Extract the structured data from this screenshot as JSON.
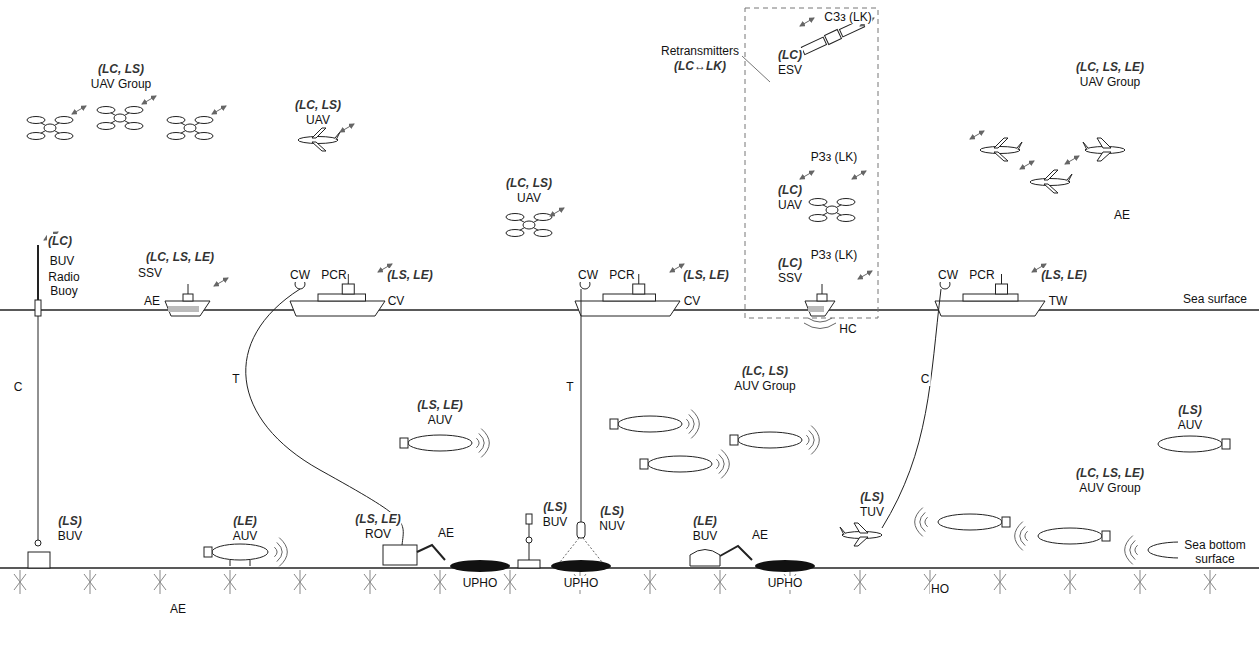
{
  "diagram": {
    "labels": [
      "(LC, LS)",
      "UAV Group",
      "(LC, LS)",
      "UAV",
      "(LC, LS)",
      "UAV",
      "Retransmitters",
      "(LC↔LK)",
      "СЗз (LK)",
      "(LC)",
      "ESV",
      "РЗз (LK)",
      "(LC)",
      "UAV",
      "РЗз (LK)",
      "(LC)",
      "SSV",
      "HC",
      "(LC, LS, LE)",
      "UAV Group",
      "AE",
      "(LC)",
      "BUV",
      "Radio Buoy",
      "(LC, LS, LE)",
      "SSV",
      "AE",
      "CW",
      "PCR",
      "(LS, LE)",
      "CV",
      "CW",
      "PCR",
      "(LS, LE)",
      "CV",
      "CW",
      "PCR",
      "(LS, LE)",
      "TW",
      "Sea surface",
      "C",
      "T",
      "T",
      "(LS, LE)",
      "AUV",
      "(LC, LS)",
      "AUV Group",
      "C",
      "(LS)",
      "AUV",
      "(LS)",
      "TUV",
      "(LS)",
      "BUV",
      "(LE)",
      "AUV",
      "AE",
      "(LS, LE)",
      "ROV",
      "AE",
      "UPHO",
      "(LS)",
      "BUV",
      "(LS)",
      "NUV",
      "UPHO",
      "(LE)",
      "BUV",
      "AE",
      "UPHO",
      "(LC, LS, LE)",
      "AUV Group",
      "HO",
      "Sea bottom surface"
    ]
  }
}
